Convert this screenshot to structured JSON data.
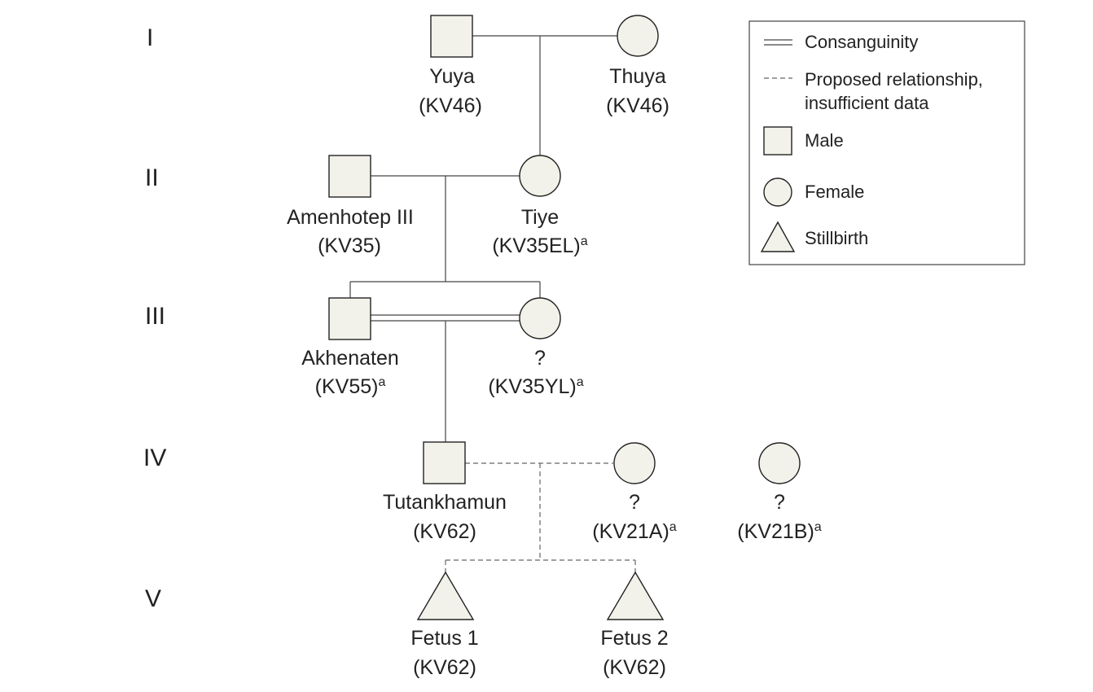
{
  "generations": [
    "I",
    "II",
    "III",
    "IV",
    "V"
  ],
  "individuals": {
    "yuya": {
      "name": "Yuya",
      "tomb": "(KV46)",
      "sex": "male"
    },
    "thuya": {
      "name": "Thuya",
      "tomb": "(KV46)",
      "sex": "female"
    },
    "amenhotep": {
      "name": "Amenhotep III",
      "tomb": "(KV35)",
      "sex": "male"
    },
    "tiye": {
      "name": "Tiye",
      "tomb": "(KV35EL)",
      "note": "a",
      "sex": "female"
    },
    "akhenaten": {
      "name": "Akhenaten",
      "tomb": "(KV55)",
      "note": "a",
      "sex": "male"
    },
    "kv35yl": {
      "name": "?",
      "tomb": "(KV35YL)",
      "note": "a",
      "sex": "female"
    },
    "tutankhamun": {
      "name": "Tutankhamun",
      "tomb": "(KV62)",
      "sex": "male"
    },
    "kv21a": {
      "name": "?",
      "tomb": "(KV21A)",
      "note": "a",
      "sex": "female"
    },
    "kv21b": {
      "name": "?",
      "tomb": "(KV21B)",
      "note": "a",
      "sex": "female"
    },
    "fetus1": {
      "name": "Fetus 1",
      "tomb": "(KV62)",
      "sex": "stillbirth"
    },
    "fetus2": {
      "name": "Fetus 2",
      "tomb": "(KV62)",
      "sex": "stillbirth"
    }
  },
  "legend": {
    "consanguinity": "Consanguinity",
    "proposed_line1": "Proposed relationship,",
    "proposed_line2": "insufficient data",
    "male": "Male",
    "female": "Female",
    "stillbirth": "Stillbirth"
  },
  "colors": {
    "symbol_fill": "#f3f2ea",
    "line": "#444444",
    "text": "#222222"
  }
}
